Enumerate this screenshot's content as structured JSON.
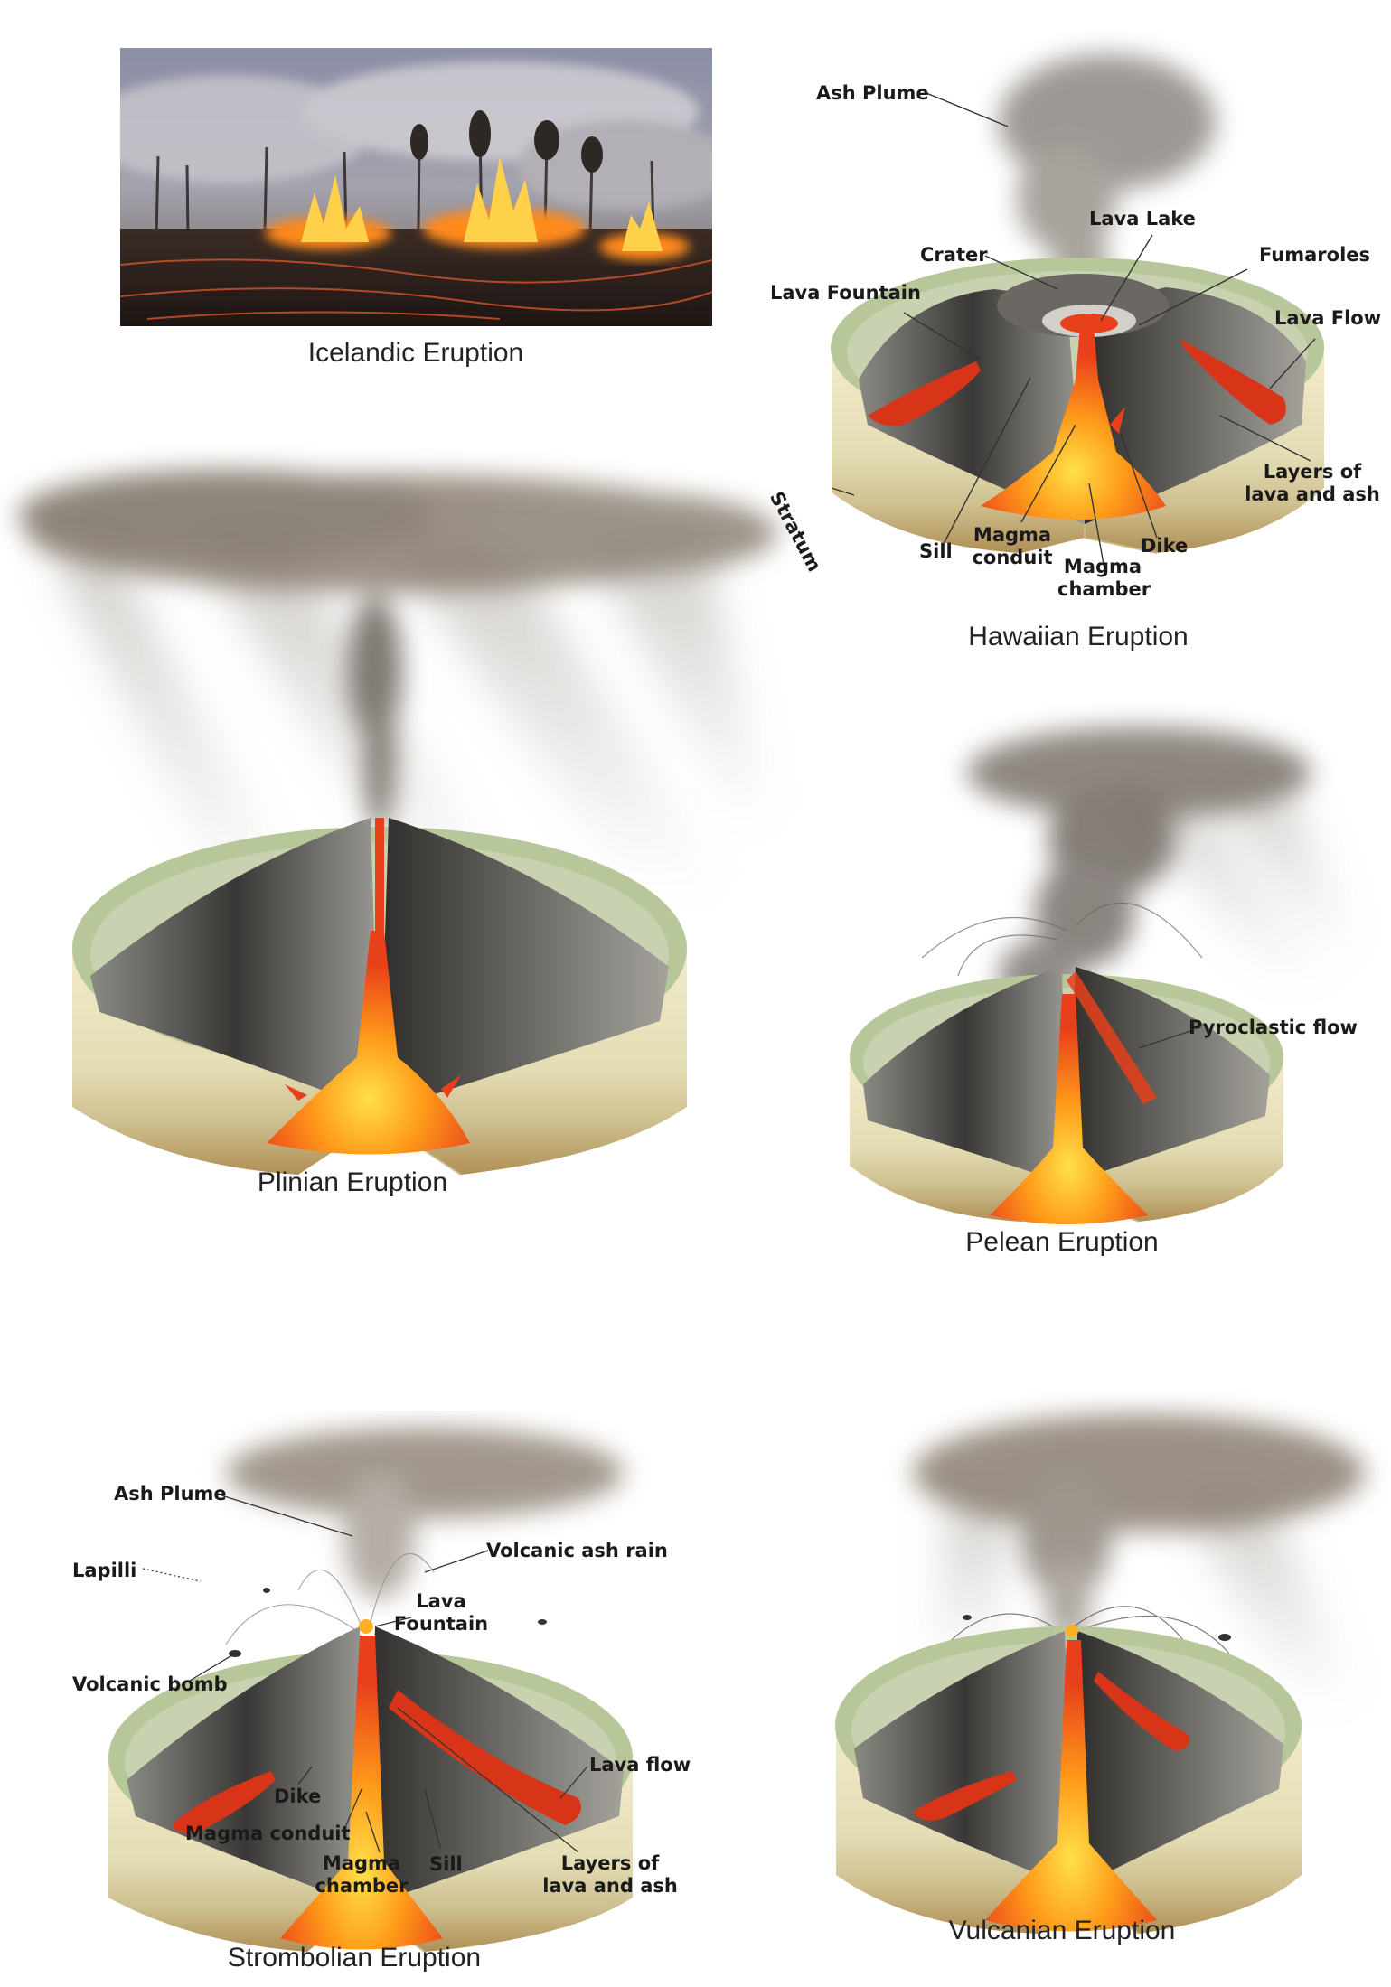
{
  "panels": {
    "icelandic": {
      "caption": "Icelandic Eruption"
    },
    "hawaiian": {
      "caption": "Hawaiian Eruption",
      "labels": {
        "ash_plume": "Ash Plume",
        "lava_lake": "Lava Lake",
        "crater": "Crater",
        "fumaroles": "Fumaroles",
        "lava_fountain": "Lava Fountain",
        "lava_flow": "Lava Flow",
        "stratum": "Stratum",
        "layers_of_lava_and_ash": "Layers of lava and ash",
        "sill": "Sill",
        "magma_conduit": "Magma conduit",
        "magma_chamber": "Magma chamber",
        "dike": "Dike"
      }
    },
    "plinian": {
      "caption": "Plinian Eruption"
    },
    "pelean": {
      "caption": "Pelean Eruption",
      "labels": {
        "pyroclastic_flow": "Pyroclastic flow"
      }
    },
    "strombolian": {
      "caption": "Strombolian Eruption",
      "labels": {
        "ash_plume": "Ash Plume",
        "lapilli": "Lapilli",
        "volcanic_ash_rain": "Volcanic ash rain",
        "lava_fountain": "Lava Fountain",
        "volcanic_bomb": "Volcanic bomb",
        "lava_flow": "Lava flow",
        "dike": "Dike",
        "magma_conduit": "Magma conduit",
        "magma_chamber": "Magma chamber",
        "sill": "Sill",
        "layers_of_lava_and_ash": "Layers of lava and ash"
      }
    },
    "vulcanian": {
      "caption": "Vulcanian Eruption"
    }
  },
  "colors": {
    "lava": "#e8401a",
    "magma_hot": "#ffc21a",
    "rim_green": "#b8c79a",
    "strata_cream": "#e9e2be",
    "base_tan": "#b99a5e",
    "ash": "#6b6258"
  }
}
